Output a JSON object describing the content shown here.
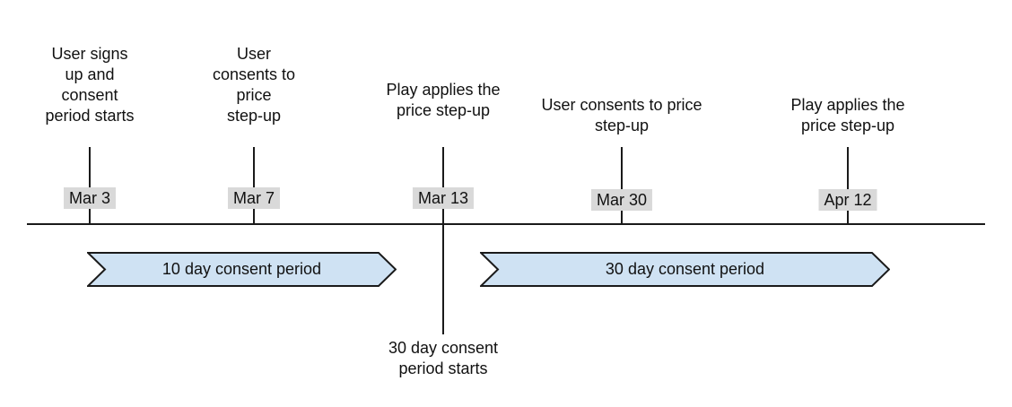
{
  "colors": {
    "background": "#ffffff",
    "line": "#1a1a1a",
    "text": "#111111",
    "arrow_fill": "#cfe2f3",
    "arrow_stroke": "#1a1a1a",
    "date_chip_bg": "#d9d9d9"
  },
  "timeline": {
    "milestones": [
      {
        "date": "Mar 3",
        "label": "User signs\nup and\nconsent\nperiod starts"
      },
      {
        "date": "Mar 7",
        "label": "User\nconsents to\nprice\nstep-up"
      },
      {
        "date": "Mar 13",
        "label": "Play applies the\nprice step-up"
      },
      {
        "date": "Mar 30",
        "label": "User consents to price\nstep-up"
      },
      {
        "date": "Apr 12",
        "label": "Play applies the\nprice step-up"
      }
    ],
    "periods": [
      {
        "label": "10 day consent period"
      },
      {
        "label": "30 day consent period"
      }
    ],
    "bottom_annotation": "30 day consent\nperiod starts"
  }
}
